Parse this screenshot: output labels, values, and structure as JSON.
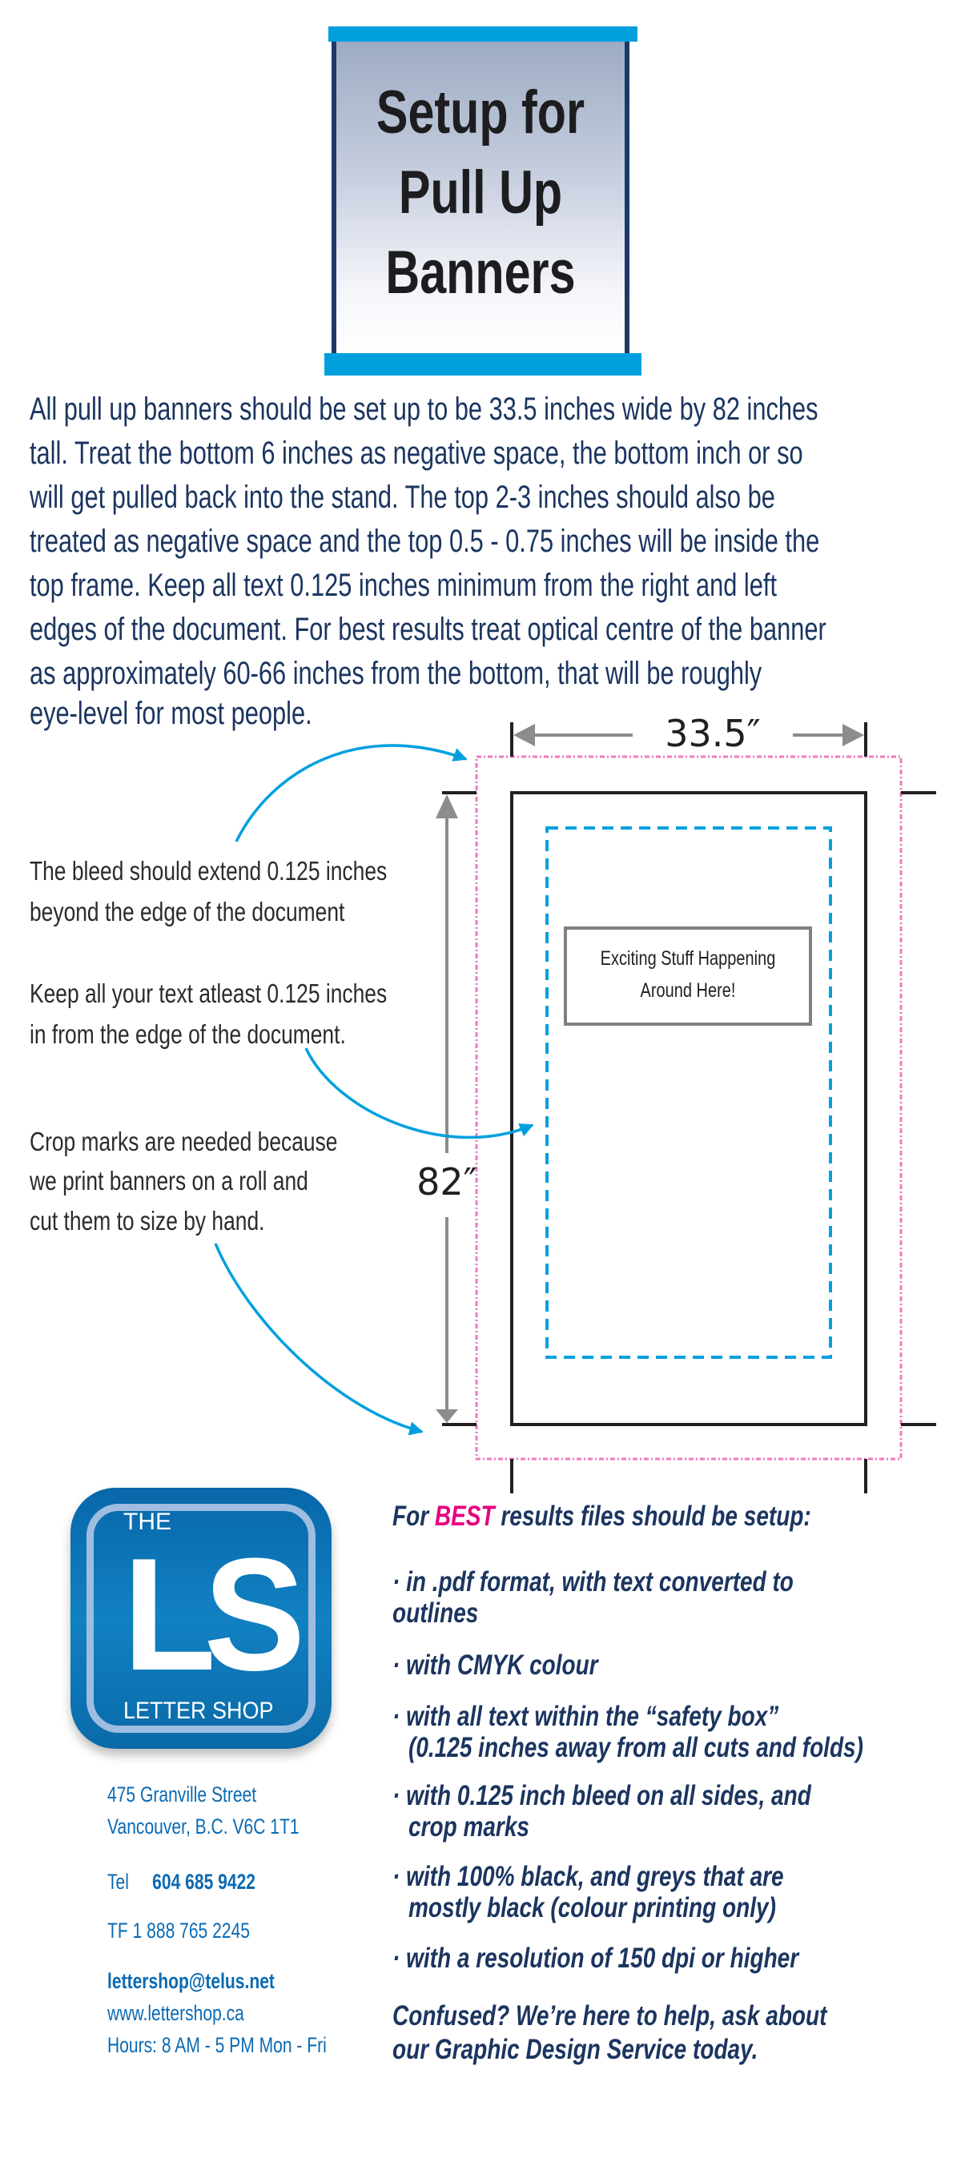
{
  "title": {
    "lines": [
      "Setup for",
      "Pull Up",
      "Banners"
    ]
  },
  "intro": {
    "lines": [
      "All pull up banners should be set up to be 33.5 inches wide by 82 inches",
      "tall. Treat the bottom 6 inches as negative space, the bottom inch or so",
      "will get pulled back into the stand. The top 2-3 inches should also be",
      "treated as negative space and the top 0.5 - 0.75 inches will be inside the",
      "top frame. Keep all text 0.125 inches minimum from the right and left",
      "edges of the document. For best results treat optical centre of the banner",
      "as approximately 60-66 inches from the bottom, that will be roughly",
      "eye-level for most people."
    ]
  },
  "annotations": {
    "bleed": [
      "The bleed should extend 0.125 inches",
      "beyond the edge of the document"
    ],
    "safety": [
      "Keep all your text atleast 0.125 inches",
      "in from the edge of the document."
    ],
    "crop": [
      "Crop marks are needed because",
      "we print banners on a roll and",
      "cut them to size by hand."
    ]
  },
  "diagram": {
    "width_label": "33.5″",
    "height_label": "82″",
    "sample_text": [
      "Exciting Stuff Happening",
      "Around Here!"
    ]
  },
  "logo": {
    "the": "THE",
    "letters": "LS",
    "name": "LETTER SHOP"
  },
  "contact": {
    "street": "475 Granville Street",
    "city": "Vancouver, B.C.  V6C 1T1",
    "tel_label": "Tel",
    "tel": "604 685 9422",
    "tf": "TF   1 888 765 2245",
    "email": "lettershop@telus.net",
    "web": "www.lettershop.ca",
    "hours": "Hours: 8 AM - 5 PM  Mon - Fri"
  },
  "requirements": {
    "heading_pre": "For ",
    "heading_em": "BEST",
    "heading_post": " results files should be setup:",
    "items": [
      [
        "· in .pdf format, with text converted to",
        "outlines"
      ],
      [
        "· with CMYK colour"
      ],
      [
        "· with all text within the “safety box”",
        "(0.125 inches away from all cuts and folds)"
      ],
      [
        "· with 0.125 inch bleed on all sides, and",
        "crop marks"
      ],
      [
        "· with 100% black, and greys that are",
        "mostly black (colour printing only)"
      ],
      [
        "· with a resolution of 150 dpi or higher"
      ]
    ],
    "closing": [
      "Confused? We’re here to help, ask about",
      "our Graphic Design Service today."
    ]
  },
  "colors": {
    "accent_blue": "#00a0de",
    "navy": "#1b3560",
    "pink": "#e6007e"
  }
}
